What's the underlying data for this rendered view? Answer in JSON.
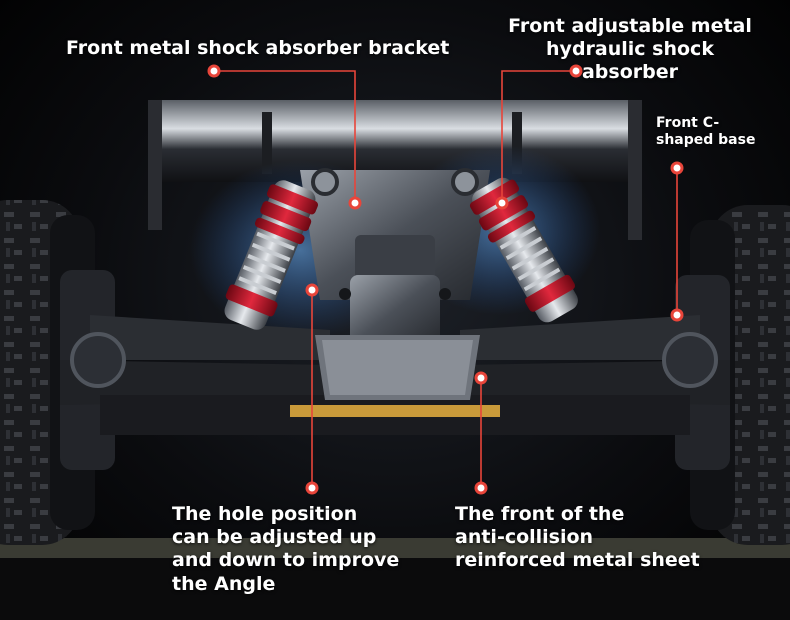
{
  "colors": {
    "callout": "#e8453a",
    "label_text": "#ffffff",
    "shock_red": "#c8102e",
    "chassis_metal": "#7a7f88"
  },
  "callouts": [
    {
      "id": "bracket",
      "lines": [
        "Front metal shock absorber bracket"
      ]
    },
    {
      "id": "hydraulic",
      "lines": [
        "Front adjustable metal",
        "hydraulic shock absorber"
      ]
    },
    {
      "id": "cbase",
      "lines": [
        "Front C-",
        "shaped base"
      ]
    },
    {
      "id": "hole",
      "lines": [
        "The hole position",
        "can be adjusted up",
        "and down to improve",
        "the Angle"
      ]
    },
    {
      "id": "front",
      "lines": [
        "The front of the",
        "anti-collision",
        "reinforced metal sheet"
      ]
    }
  ]
}
